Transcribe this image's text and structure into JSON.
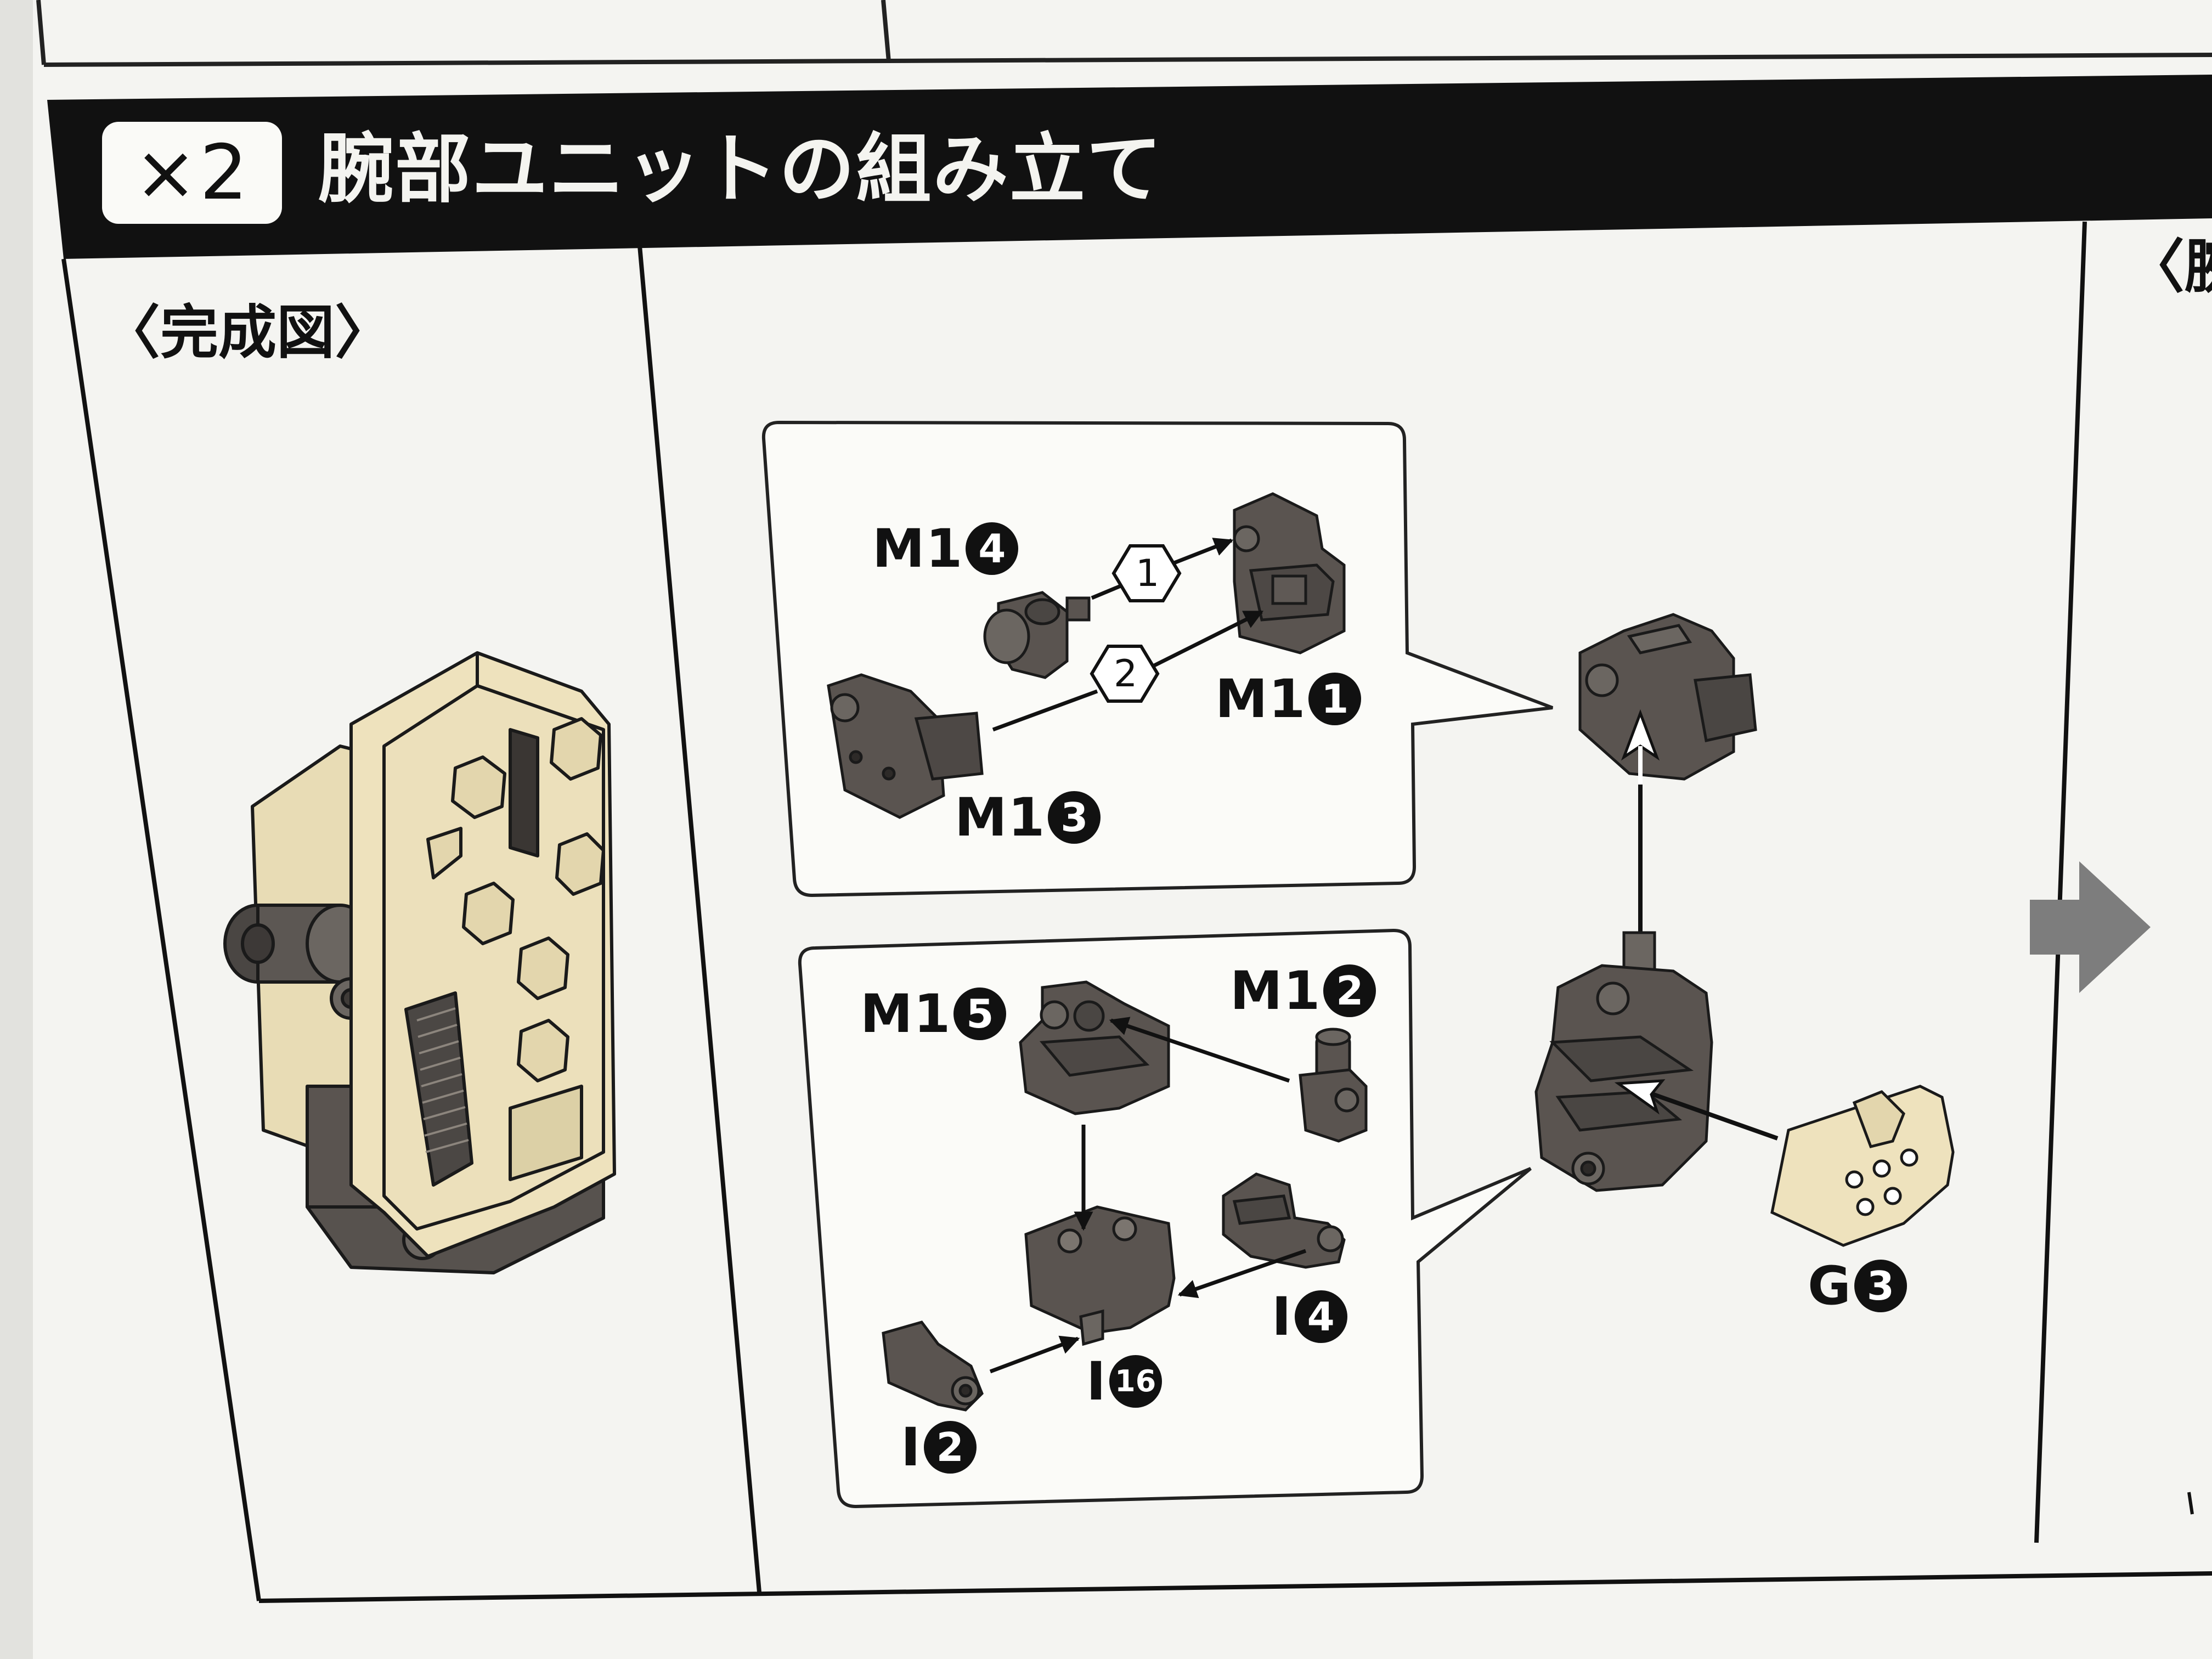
{
  "header": {
    "count_label": "×2",
    "title": "腕部ユニットの組み立て"
  },
  "completed_panel": {
    "heading": "〈完成図〉"
  },
  "next_panel": {
    "heading_fragment": "〈腕"
  },
  "parts": {
    "m1_4": {
      "code": "M1",
      "num": "4"
    },
    "m1_1": {
      "code": "M1",
      "num": "1"
    },
    "m1_3": {
      "code": "M1",
      "num": "3"
    },
    "m1_5": {
      "code": "M1",
      "num": "5"
    },
    "m1_2": {
      "code": "M1",
      "num": "2"
    },
    "i_4": {
      "code": "I",
      "num": "4"
    },
    "i_16": {
      "code": "I",
      "num": "16"
    },
    "i_2": {
      "code": "I",
      "num": "2"
    },
    "g_3": {
      "code": "G",
      "num": "3"
    }
  },
  "steps": {
    "step1": "1",
    "step2": "2"
  },
  "colors": {
    "page": "#f4f4f1",
    "header_bar": "#111111",
    "part_dark": "#5a5450",
    "part_tan": "#eee2bd",
    "arrow_gray": "#8a8a8a"
  }
}
